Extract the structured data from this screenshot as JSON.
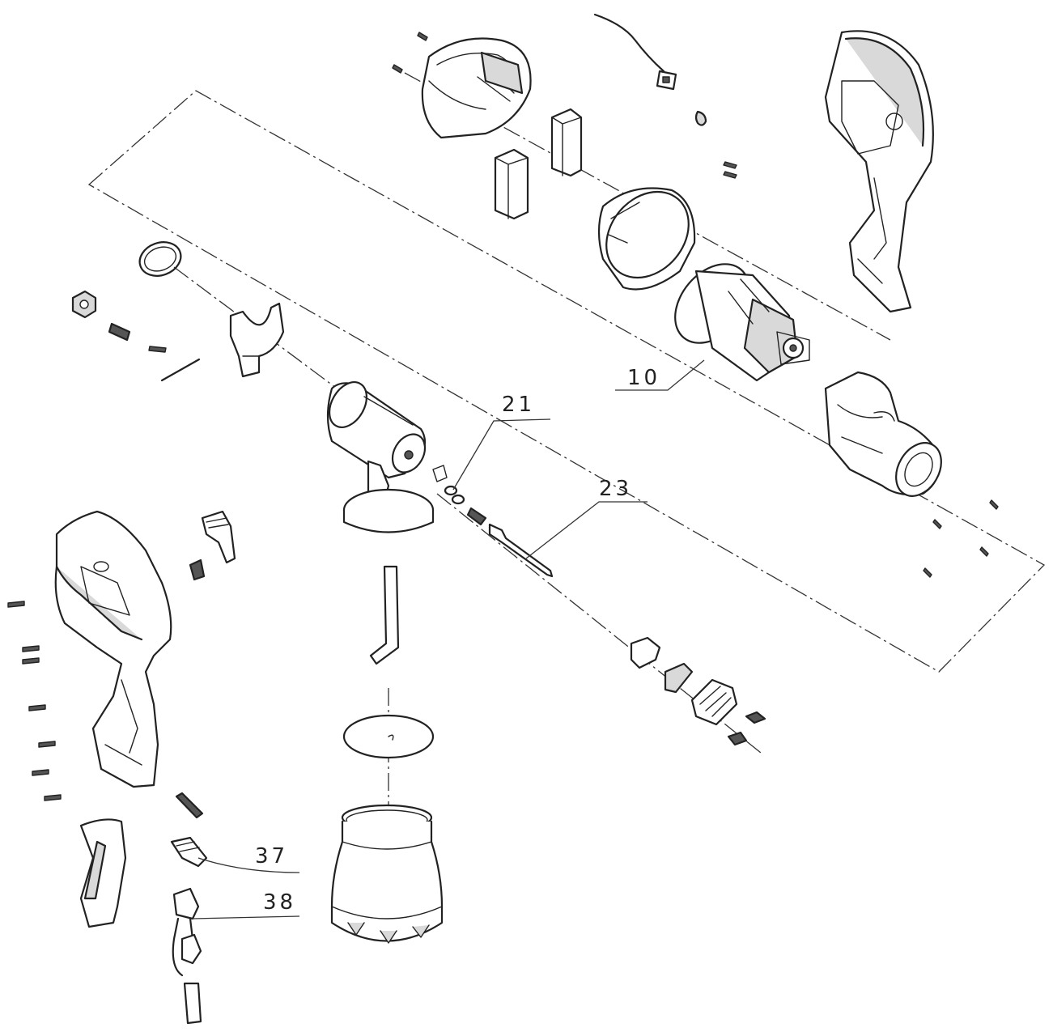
{
  "diagram": {
    "type": "exploded-parts-view",
    "callouts": [
      {
        "id": "10",
        "label": "10"
      },
      {
        "id": "21",
        "label": "21"
      },
      {
        "id": "23",
        "label": "23"
      },
      {
        "id": "37",
        "label": "37"
      },
      {
        "id": "38",
        "label": "38"
      }
    ],
    "colors": {
      "line": "#222222",
      "background": "#ffffff",
      "shade": "#d9d9d9"
    }
  }
}
